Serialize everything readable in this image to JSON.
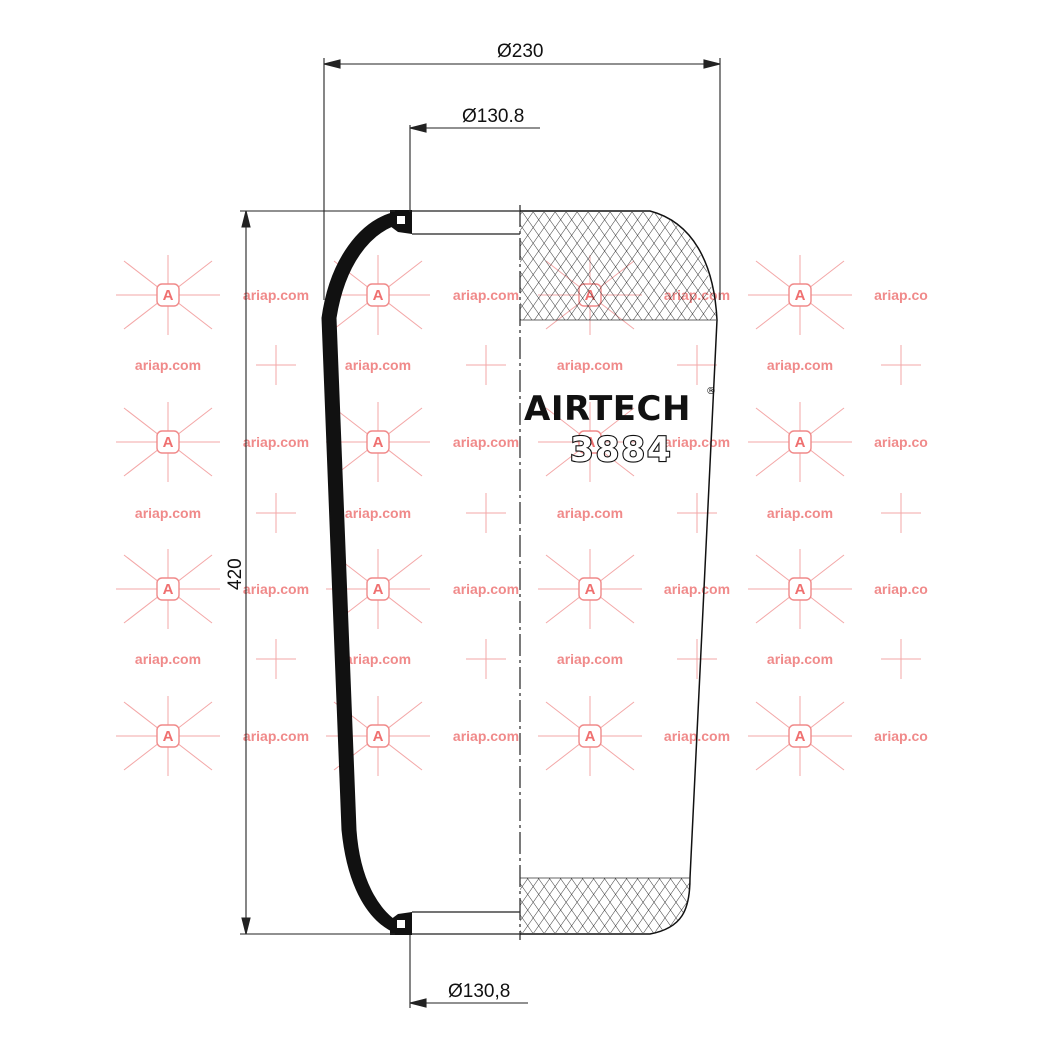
{
  "dimensions": {
    "overall_diameter": "Ø230",
    "top_diameter": "Ø130.8",
    "bottom_diameter": "Ø130,8",
    "height": "420"
  },
  "brand": {
    "name": "AIRTECH",
    "registered": "®",
    "model": "3884"
  },
  "watermark": {
    "text": "ariap.com",
    "text_cut": "ariap.co",
    "logo_letter": "A",
    "color": "#f08a8a"
  }
}
